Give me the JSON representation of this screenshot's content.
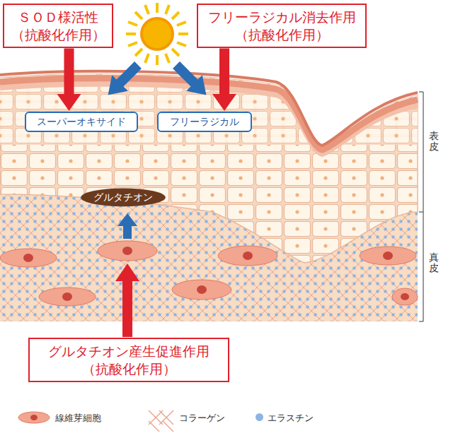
{
  "diagram": {
    "nodes": [
      {
        "text": [
          "ＳＯＤ様活性 （抗酸化作用）"
        ]
      },
      {
        "text": [
          "フリーラジカル消去作用 （抗酸化作用）"
        ]
      },
      {
        "text": [
          "スーパーオキサイド"
        ]
      },
      {
        "text": [
          "フリーラジカル"
        ]
      },
      {
        "text": [
          "グルタチオン"
        ]
      },
      {
        "text": [
          "グルタチオン産生促進作用 （抗酸化作用）"
        ]
      }
    ],
    "edges": [
      {
        "from": 0,
        "to": 2,
        "arrow": "to"
      },
      {
        "from": 1,
        "to": 3,
        "arrow": "to"
      }
    ],
    "labels": [
      "表皮",
      "真皮"
    ],
    "legend": [
      {
        "text": "線維芽細胞"
      },
      {
        "text": "コラーゲン"
      },
      {
        "text": "エラスチン",
        "color": "#8db4e2"
      }
    ]
  }
}
